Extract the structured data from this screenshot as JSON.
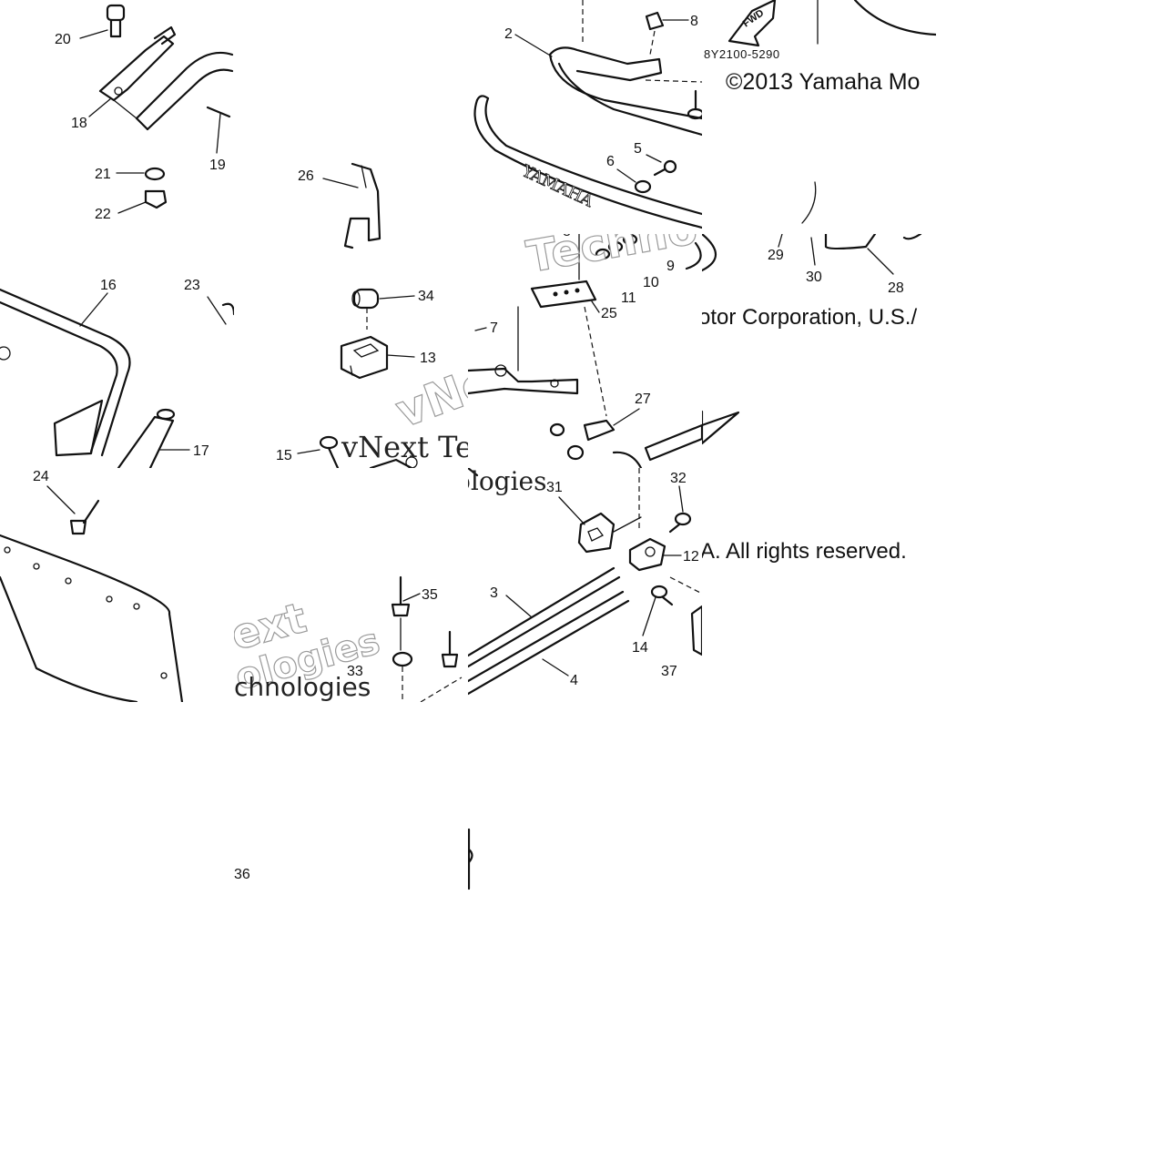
{
  "diagram": {
    "copyright_line_1": "©2013 Yamaha Mo",
    "copyright_line_2": "otor Corporation, U.S./",
    "copyright_line_3": "A. All rights reserved.",
    "fig_code": "8Y2100-5290",
    "fwd_label": "FWD",
    "bumper_brand": "YAMAHA",
    "watermark_1": "vNext Tec",
    "watermark_2": "ologies",
    "watermark_3": "Techno",
    "watermark_4": "vNe",
    "watermark_5": "ext",
    "watermark_6": "ologies",
    "watermark_7": "chnologies",
    "callouts": {
      "p2": "2",
      "p3": "3",
      "p4": "4",
      "p5": "5",
      "p6": "6",
      "p7": "7",
      "p8": "8",
      "p9": "9",
      "p10": "10",
      "p11": "11",
      "p12": "12",
      "p13": "13",
      "p14": "14",
      "p15": "15",
      "p16": "16",
      "p17": "17",
      "p18": "18",
      "p19": "19",
      "p20": "20",
      "p21": "21",
      "p22": "22",
      "p23": "23",
      "p24": "24",
      "p25": "25",
      "p26": "26",
      "p27": "27",
      "p28": "28",
      "p29": "29",
      "p30": "30",
      "p31": "31",
      "p32": "32",
      "p33": "33",
      "p34": "34",
      "p35": "35",
      "p36": "36",
      "p37": "37"
    }
  }
}
